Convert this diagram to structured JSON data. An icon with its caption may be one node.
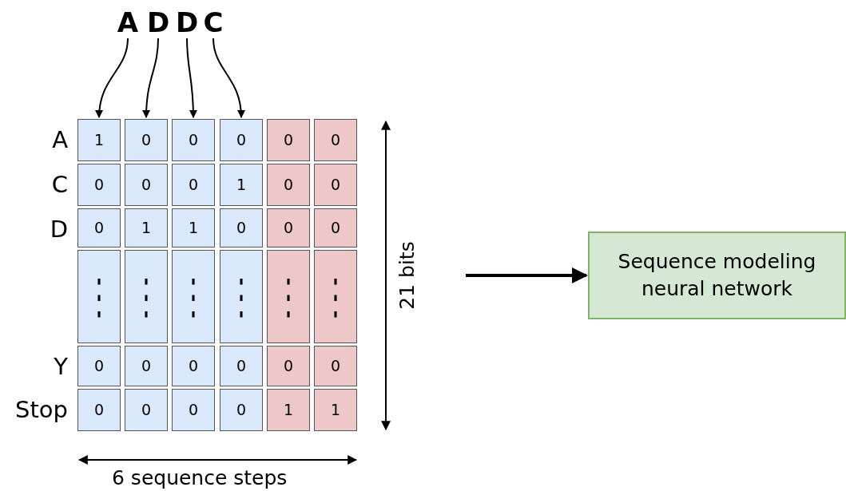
{
  "diagram": {
    "nodes": [
      {
        "text": [
          "A"
        ]
      },
      {
        "text": [
          "D"
        ]
      },
      {
        "text": [
          "D"
        ]
      },
      {
        "text": [
          "C"
        ]
      },
      {
        "text": [
          "1"
        ]
      },
      {
        "text": [
          "0"
        ]
      },
      {
        "text": [
          "0"
        ]
      },
      {
        "text": [
          "0"
        ]
      },
      {
        "text": [
          "0"
        ]
      },
      {
        "text": [
          "0"
        ]
      },
      {
        "text": [
          "0"
        ]
      },
      {
        "text": [
          "0"
        ]
      },
      {
        "text": [
          "0"
        ]
      },
      {
        "text": [
          "1"
        ]
      },
      {
        "text": [
          "0"
        ]
      },
      {
        "text": [
          "0"
        ]
      },
      {
        "text": [
          "0"
        ]
      },
      {
        "text": [
          "1"
        ]
      },
      {
        "text": [
          "1"
        ]
      },
      {
        "text": [
          "0"
        ]
      },
      {
        "text": [
          "0"
        ]
      },
      {
        "text": [
          "0"
        ]
      },
      {
        "text": [
          "⋮"
        ]
      },
      {
        "text": [
          "⋮"
        ]
      },
      {
        "text": [
          "⋮"
        ]
      },
      {
        "text": [
          "⋮"
        ]
      },
      {
        "text": [
          "⋮"
        ]
      },
      {
        "text": [
          "⋮"
        ]
      },
      {
        "text": [
          "0"
        ]
      },
      {
        "text": [
          "0"
        ]
      },
      {
        "text": [
          "0"
        ]
      },
      {
        "text": [
          "0"
        ]
      },
      {
        "text": [
          "0"
        ]
      },
      {
        "text": [
          "0"
        ]
      },
      {
        "text": [
          "0"
        ]
      },
      {
        "text": [
          "0"
        ]
      },
      {
        "text": [
          "0"
        ]
      },
      {
        "text": [
          "0"
        ]
      },
      {
        "text": [
          "1"
        ]
      },
      {
        "text": [
          "1"
        ]
      },
      {
        "text": [
          "Sequence modeling neural network"
        ]
      }
    ],
    "edges": [
      {
        "from": 0,
        "to": 4,
        "arrow": "to"
      },
      {
        "from": 1,
        "to": 5,
        "arrow": "to"
      },
      {
        "from": 2,
        "to": 6,
        "arrow": "to"
      },
      {
        "from": 3,
        "to": 7,
        "arrow": "to"
      },
      {
        "from": null,
        "to": 40,
        "arrow": "to",
        "style": "thick"
      }
    ],
    "labels": [
      "A",
      "C",
      "D",
      "Y",
      "Stop",
      "21 bits",
      "6 sequence steps"
    ]
  }
}
